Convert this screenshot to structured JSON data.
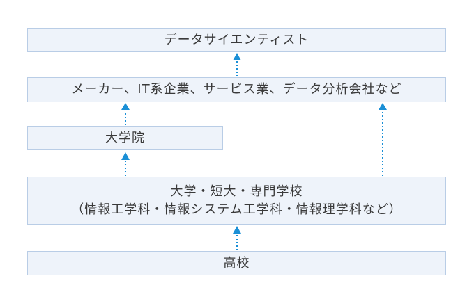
{
  "nodes": {
    "data_scientist": "データサイエンティスト",
    "companies": "メーカー、IT系企業、サービス業、データ分析会社など",
    "graduate_school": "大学院",
    "university_line1": "大学・短大・専門学校",
    "university_line2": "（情報工学科・情報システム工学科・情報理学科など）",
    "high_school": "高校"
  },
  "colors": {
    "box_fill": "#eef3fa",
    "box_border": "#b9cde6",
    "arrow": "#1a8fd6",
    "text": "#3a3a3a"
  }
}
